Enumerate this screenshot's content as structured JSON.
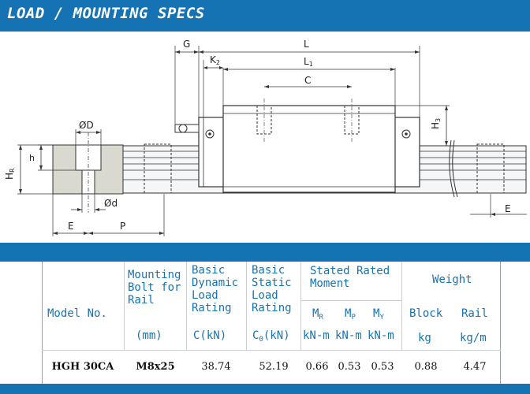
{
  "header": {
    "title": "LOAD / MOUNTING SPECS",
    "bg_color": "#1673b3"
  },
  "drawing": {
    "labels": {
      "G": "G",
      "L": "L",
      "K": "K",
      "K_sub": "2",
      "L1": "L",
      "L1_sub": "1",
      "C": "C",
      "H3": "H",
      "H3_sub": "3",
      "D": "ØD",
      "h": "h",
      "HR": "H",
      "HR_sub": "R",
      "d": "Ød",
      "E_left": "E",
      "P": "P",
      "E_right": "E"
    }
  },
  "table": {
    "headers": {
      "model": "Model No.",
      "bolt": "Mounting\nBolt for\nRail",
      "bolt_unit": "(mm)",
      "dyn": "Basic\nDynamic\nLoad\nRating",
      "dyn_unit": "C(kN)",
      "stat": "Basic\nStatic\nLoad\nRating",
      "stat_unit_main": "C",
      "stat_unit_sub": "0",
      "stat_unit_rest": "(kN)",
      "moment": "Stated Rated\nMoment",
      "mr": "M",
      "mr_sub": "R",
      "mp": "M",
      "mp_sub": "P",
      "my": "M",
      "my_sub": "Y",
      "moment_unit": "kN-m",
      "weight": "Weight",
      "block": "Block",
      "block_unit": "kg",
      "rail": "Rail",
      "rail_unit": "kg/m"
    },
    "row": {
      "model": "HGH 30CA",
      "bolt": "M8x25",
      "dyn": "38.74",
      "stat": "52.19",
      "mr": "0.66",
      "mp": "0.53",
      "my": "0.53",
      "block": "0.88",
      "rail": "4.47"
    }
  }
}
